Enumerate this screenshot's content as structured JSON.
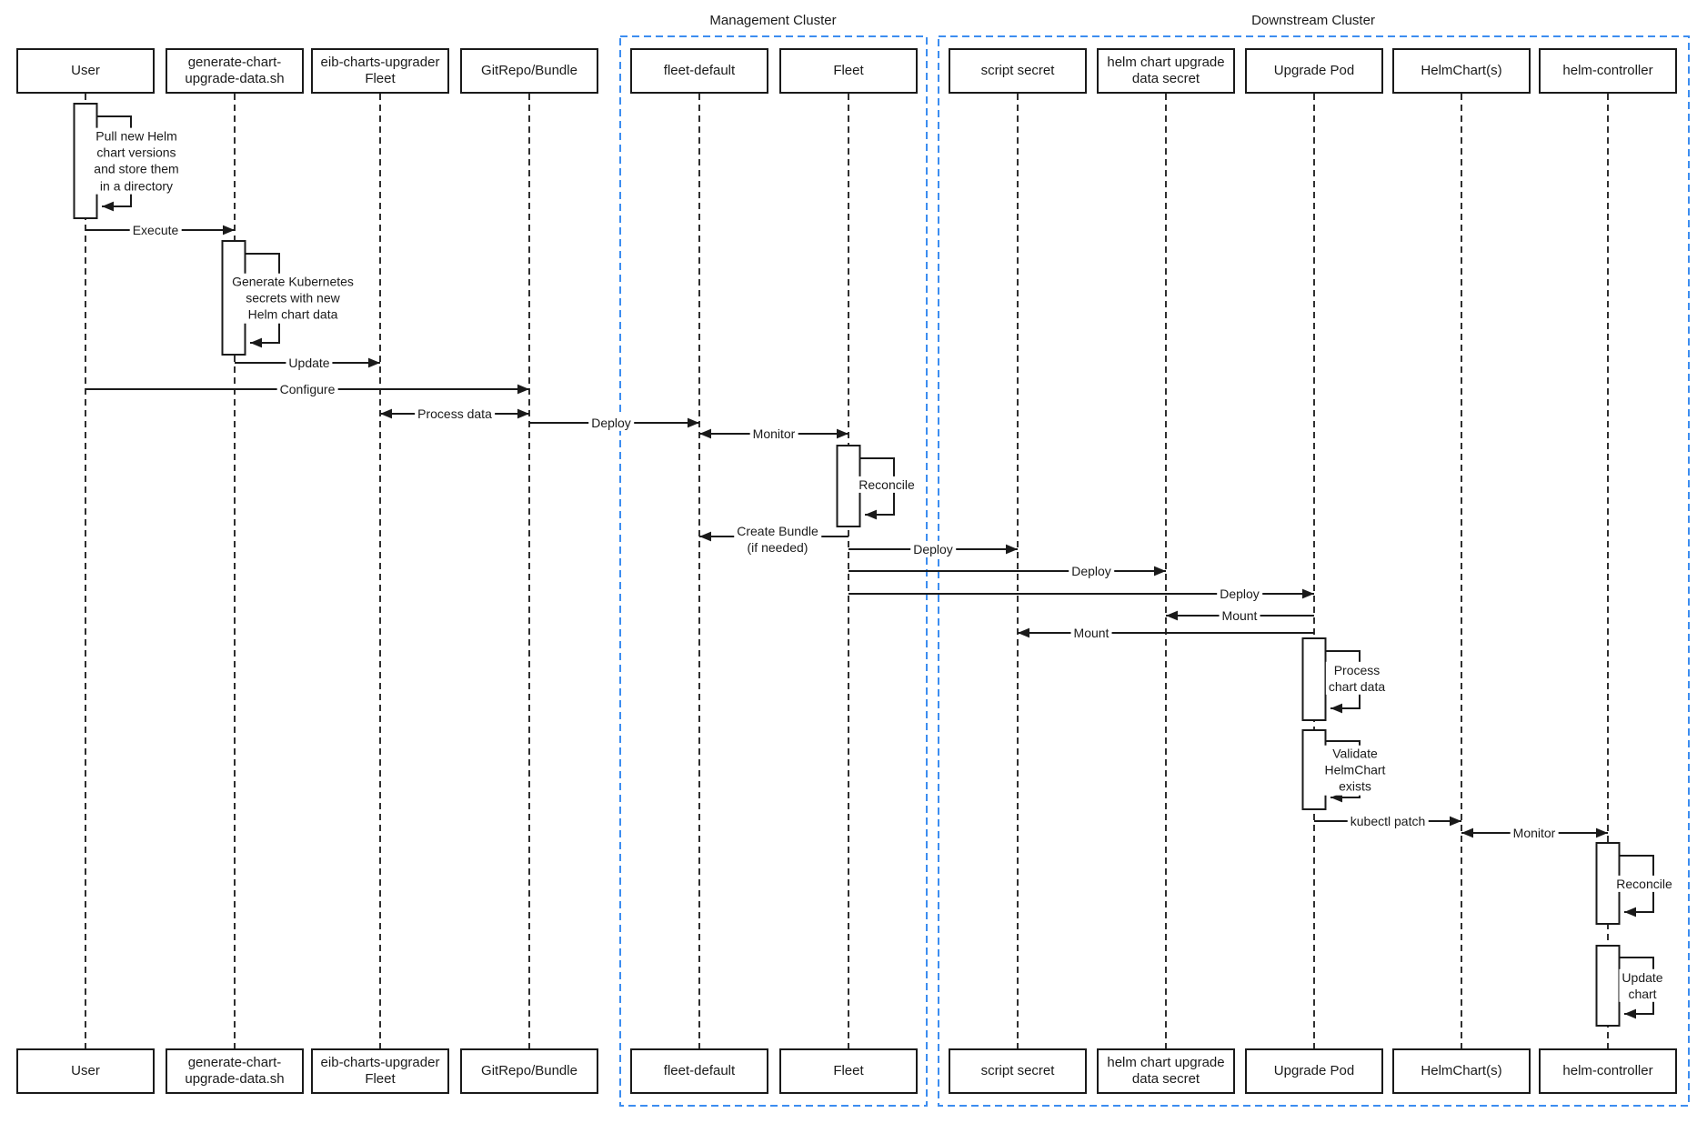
{
  "diagram": {
    "clusters": [
      {
        "label": "Management Cluster"
      },
      {
        "label": "Downstream Cluster"
      }
    ],
    "actors": [
      {
        "id": "user",
        "label": "User"
      },
      {
        "id": "generate-chart-upgrade-data-sh",
        "label": "generate-chart-\nupgrade-data.sh"
      },
      {
        "id": "eib-charts-upgrader-fleet",
        "label": "eib-charts-upgrader\nFleet"
      },
      {
        "id": "gitrepo-bundle",
        "label": "GitRepo/Bundle"
      },
      {
        "id": "fleet-default",
        "label": "fleet-default"
      },
      {
        "id": "fleet",
        "label": "Fleet"
      },
      {
        "id": "script-secret",
        "label": "script secret"
      },
      {
        "id": "helm-chart-upgrade-data-secret",
        "label": "helm chart upgrade\ndata secret"
      },
      {
        "id": "upgrade-pod",
        "label": "Upgrade Pod"
      },
      {
        "id": "helmcharts",
        "label": "HelmChart(s)"
      },
      {
        "id": "helm-controller",
        "label": "helm-controller"
      }
    ],
    "messages": [
      {
        "id": "execute",
        "label": "Execute"
      },
      {
        "id": "update",
        "label": "Update"
      },
      {
        "id": "configure",
        "label": "Configure"
      },
      {
        "id": "process-data",
        "label": "Process data"
      },
      {
        "id": "deploy-gitrepo-fleetdefault",
        "label": "Deploy"
      },
      {
        "id": "monitor-fleetdefault-fleet",
        "label": "Monitor"
      },
      {
        "id": "create-bundle",
        "label": "Create Bundle\n(if needed)"
      },
      {
        "id": "deploy-script-secret",
        "label": "Deploy"
      },
      {
        "id": "deploy-data-secret",
        "label": "Deploy"
      },
      {
        "id": "deploy-upgrade-pod",
        "label": "Deploy"
      },
      {
        "id": "mount-data-secret",
        "label": "Mount"
      },
      {
        "id": "mount-script-secret",
        "label": "Mount"
      },
      {
        "id": "kubectl-patch",
        "label": "kubectl patch"
      },
      {
        "id": "monitor-helmcharts-controller",
        "label": "Monitor"
      }
    ],
    "self_messages": [
      {
        "id": "pull-helm-charts",
        "label": "Pull new Helm\nchart versions\nand store them\nin a directory"
      },
      {
        "id": "generate-secrets",
        "label": "Generate Kubernetes\nsecrets with new\nHelm chart data"
      },
      {
        "id": "reconcile-fleet",
        "label": "Reconcile"
      },
      {
        "id": "process-chart-data",
        "label": "Process\nchart data"
      },
      {
        "id": "validate-helmchart",
        "label": "Validate\nHelmChart\nexists"
      },
      {
        "id": "reconcile-helm-controller",
        "label": "Reconcile"
      },
      {
        "id": "update-chart",
        "label": "Update\nchart"
      }
    ]
  },
  "colors": {
    "line": "#1a1a1a",
    "cluster_border": "#3c8df0",
    "background": "#ffffff"
  }
}
